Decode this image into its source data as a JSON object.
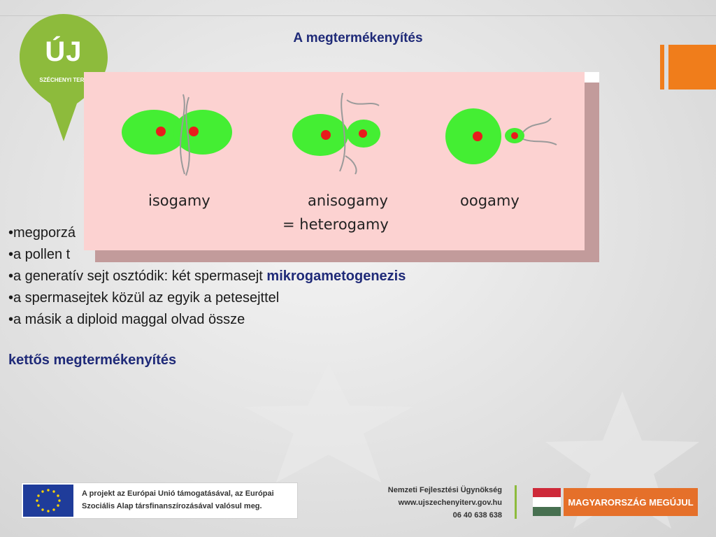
{
  "title": "A megtermékenyítés",
  "logo": {
    "text": "ÚJ",
    "subtext": "SZÉCHENYI TERV"
  },
  "figure": {
    "labels": [
      "isogamy",
      "anisogamy",
      "= heterogamy",
      "oogamy"
    ],
    "colors": {
      "background": "#fcd2d1",
      "cell": "#44ee33",
      "nucleus": "#e81c1c"
    }
  },
  "bullets": [
    {
      "text": "•megporzá"
    },
    {
      "text": "•a pollen t"
    },
    {
      "text": "•a generatív sejt osztódik: két spermasejt ",
      "bold": "mikrogametogenezis"
    },
    {
      "text": "•a spermasejtek közül az egyik a petesejttel"
    },
    {
      "text": "•a másik a diploid maggal olvad össze"
    }
  ],
  "conclusion": "kettős megtermékenyítés",
  "footer": {
    "eu_text": [
      "A projekt az Európai Unió támogatásával, az Európai",
      "Szociális Alap társfinanszírozásával valósul meg."
    ],
    "agency_lines": [
      "Nemzeti Fejlesztési Ügynökség",
      "www.ujszechenyiterv.gov.hu",
      "06 40 638 638"
    ],
    "renew_label": "MAGYARORSZÁG MEGÚJUL"
  },
  "colors": {
    "title": "#1f2a78",
    "accent": "#f07d1b",
    "logo_green": "#8dbb3c"
  }
}
